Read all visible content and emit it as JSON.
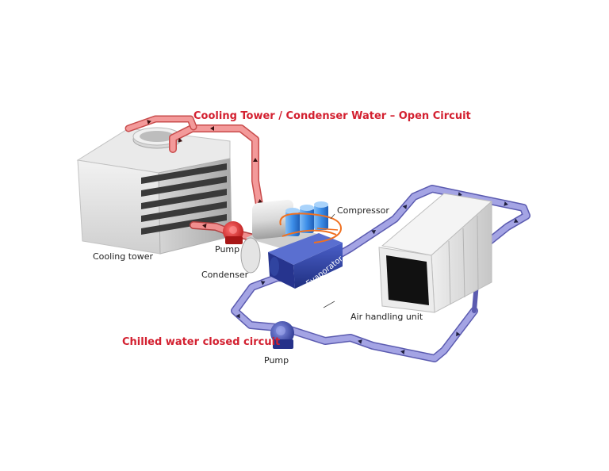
{
  "titles": {
    "open_circuit": "Cooling Tower / Condenser Water – Open Circuit",
    "closed_circuit": "Chilled water closed circuit"
  },
  "labels": {
    "cooling_tower": "Cooling tower",
    "pump_top": "Pump",
    "condenser": "Condenser",
    "compressor": "Compressor",
    "evaporator": "Evaporator",
    "pump_bottom": "Pump",
    "air_handling_unit": "Air handling unit"
  },
  "colors": {
    "condenser_loop": "#f08e8e",
    "condenser_loop_edge": "#c84c4c",
    "chilled_loop": "#9e9ee0",
    "chilled_loop_edge": "#5b5bb0",
    "title_red": "#d32030",
    "evaporator_blue": "#2f44a8",
    "compressor_blue": "#3d8ee8",
    "pump_red": "#e03030",
    "pump_blue": "#3b4aa8"
  }
}
